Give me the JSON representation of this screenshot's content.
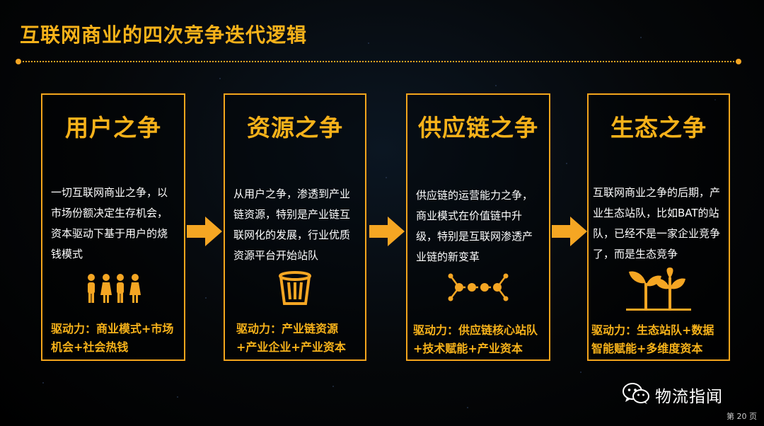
{
  "slide": {
    "title": "互联网商业的四次竞争迭代逻辑",
    "accent_color": "#f5a623",
    "page_number": "第 20 页"
  },
  "cards": [
    {
      "title": "用户之争",
      "description": "一切互联网商业之争，以市场份额决定生存机会，资本驱动下基于用户的烧钱模式",
      "icon": "people-group-icon",
      "driver": "驱动力：商业模式+市场机会+社会热钱"
    },
    {
      "title": "资源之争",
      "description": "从用户之争，渗透到产业链资源，特别是产业链互联网化的发展，行业优质资源平台开始站队",
      "icon": "bucket-icon",
      "driver": "驱动力：产业链资源+产业企业+产业资本"
    },
    {
      "title": "供应链之争",
      "description": "供应链的运营能力之争，商业模式在价值链中升级，特别是互联网渗透产业链的新变革",
      "icon": "chain-nodes-icon",
      "driver": "驱动力：供应链核心站队+技术赋能+产业资本"
    },
    {
      "title": "生态之争",
      "description": "互联网商业之争的后期，产业生态站队，比如BAT的站队，已经不是一家企业竞争了，而是生态竞争",
      "icon": "sprouts-icon",
      "driver": "驱动力：生态站队+数据智能赋能+多维度资本"
    }
  ],
  "arrows": [
    "arrow-right-icon",
    "arrow-right-icon",
    "arrow-right-icon"
  ],
  "brand": {
    "icon": "wechat-icon",
    "name": "物流指闻"
  }
}
